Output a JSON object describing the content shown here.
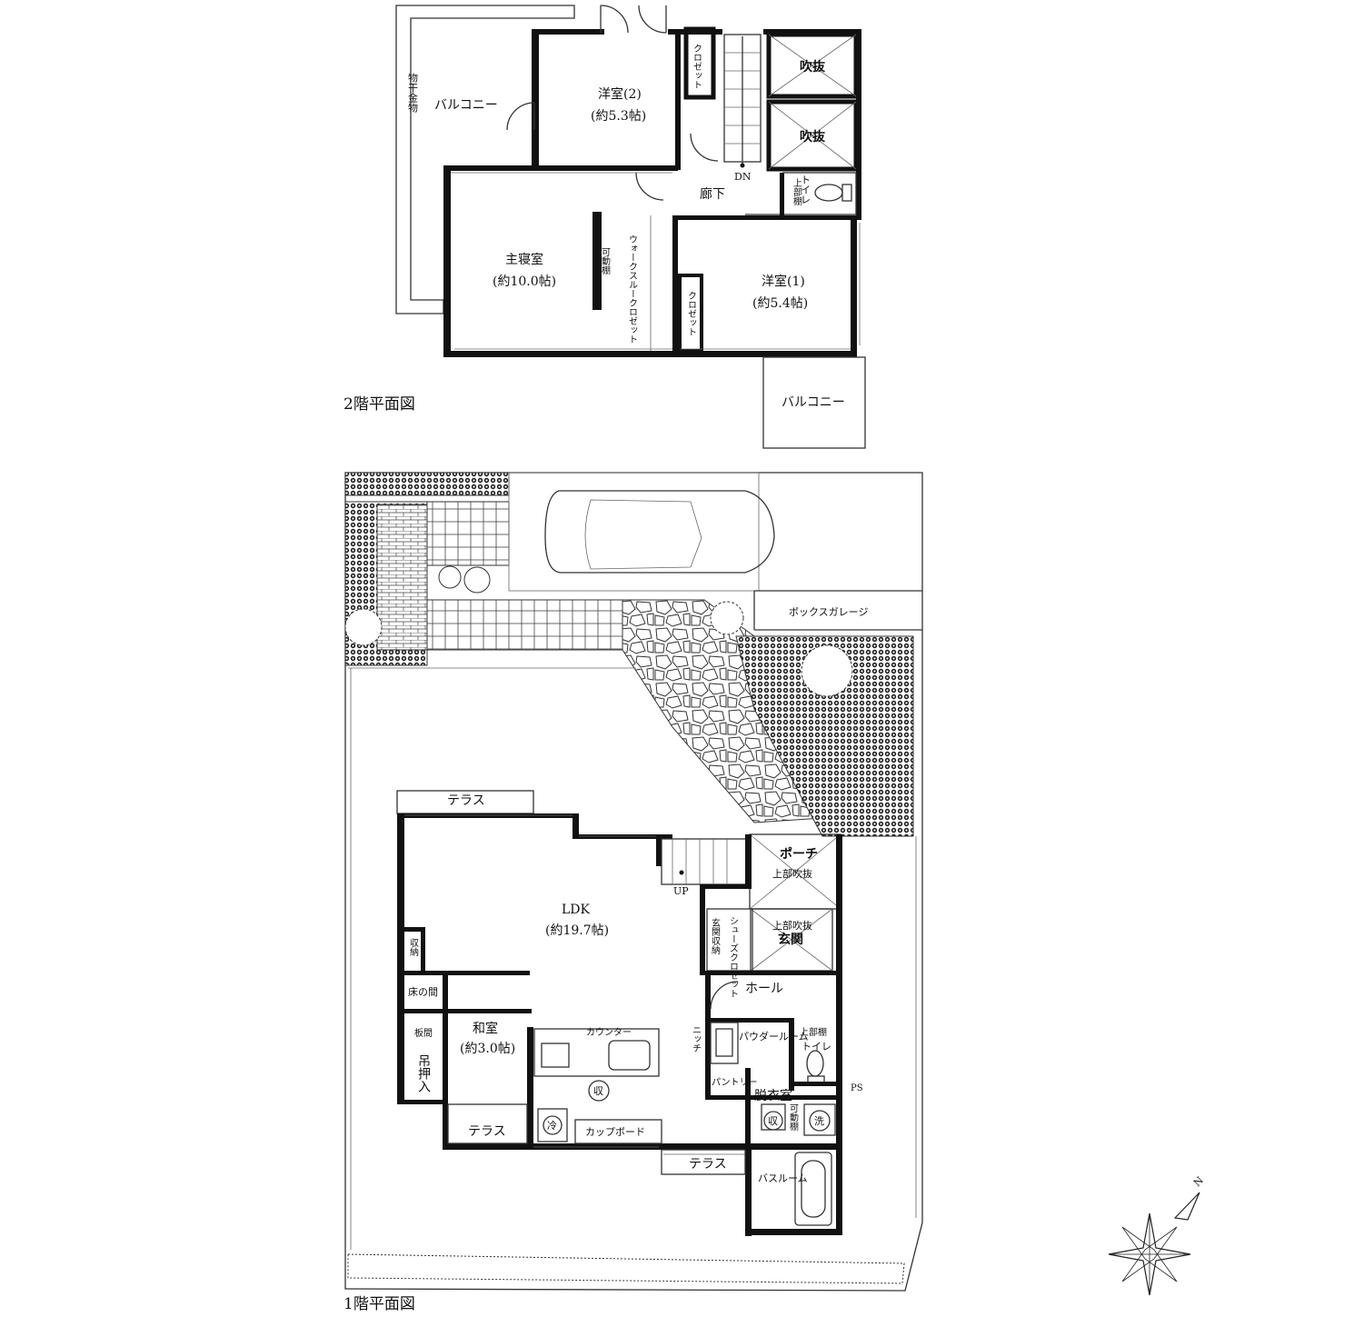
{
  "floor2": {
    "title": "2階平面図",
    "balcony_west": "バルコニー",
    "drying_rack": "物干金物",
    "room2_name": "洋室(2)",
    "room2_size": "(約5.3帖)",
    "room2_closet": "クロゼット",
    "void_1": "吹抜",
    "void_2": "吹抜",
    "stair_dn": "DN",
    "hallway": "廊下",
    "toilet": "トイレ",
    "upper_shelf": "上部棚",
    "master_name": "主寝室",
    "master_size": "(約10.0帖)",
    "movable_shelf": "可動棚",
    "walkthrough": "ウォークスルークロゼット",
    "room1_name": "洋室(1)",
    "room1_size": "(約5.4帖)",
    "room1_closet": "クロゼット",
    "balcony_south": "バルコニー"
  },
  "floor1": {
    "title": "1階平面図",
    "box_garage": "ボックスガレージ",
    "terrace_north": "テラス",
    "ldk_name": "LDK",
    "ldk_size": "(約19.7帖)",
    "stair_up": "UP",
    "porch": "ポーチ",
    "porch_void": "上部吹抜",
    "entrance_void": "上部吹抜",
    "entrance": "玄関",
    "shoes_closet": "シューズクロゼット",
    "entrance_storage": "玄関収納",
    "storage": "収納",
    "tokonoma": "床の間",
    "hall": "ホール",
    "washitsu_name": "和室",
    "washitsu_size": "(約3.0帖)",
    "itama": "板間",
    "oshiire": "吊押入",
    "counter": "カウンター",
    "niche": "ニッチ",
    "powder_room": "パウダールーム",
    "upper_shelf": "上部棚",
    "toilet": "トイレ",
    "pantry": "パントリー",
    "ps": "PS",
    "dressing": "脱衣室",
    "movable_shelf": "可動棚",
    "storage_mark": "収",
    "wash_mark": "洗",
    "fridge_mark": "冷",
    "cupboard": "カップボード",
    "terrace_west": "テラス",
    "terrace_south": "テラス",
    "bath": "バスルーム"
  },
  "compass": {
    "north": "N"
  }
}
